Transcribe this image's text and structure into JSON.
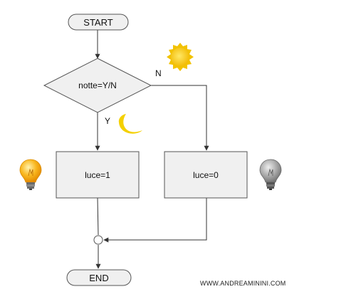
{
  "nodes": {
    "start": "START",
    "decision": "notte=Y/N",
    "process_yes": "luce=1",
    "process_no": "luce=0",
    "end": "END"
  },
  "edges": {
    "yes_label": "Y",
    "no_label": "N"
  },
  "icons": {
    "sun": "sun-icon",
    "moon": "moon-icon",
    "bulb_on": "light-bulb-on-icon",
    "bulb_off": "light-bulb-off-icon"
  },
  "colors": {
    "node_fill": "#f0f0f0",
    "node_stroke": "#555555",
    "arrow": "#333333",
    "sun": "#f5c400",
    "moon": "#f4d000",
    "bulb_on": "#f6a400",
    "bulb_off": "#8a8a8a"
  },
  "footer": {
    "credit": "WWW.ANDREAMININI.COM"
  }
}
